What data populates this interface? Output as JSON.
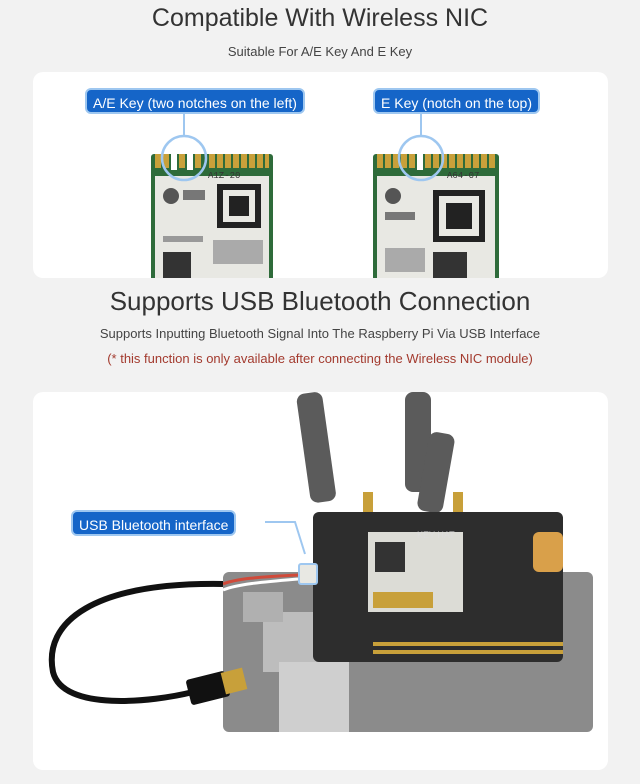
{
  "section1": {
    "title": "Compatible With Wireless NIC",
    "subtitle": "Suitable For A/E Key And E Key",
    "callouts": {
      "ae_key": "A/E Key (two notches on the left)",
      "e_key": "E Key (notch on the top)"
    },
    "card_labels": {
      "ae_card": "A1Z-20",
      "e_card": "A64-07"
    }
  },
  "section2": {
    "title": "Supports USB Bluetooth Connection",
    "subtitle": "Supports Inputting Bluetooth Signal Into The Raspberry Pi Via USB Interface",
    "note": "(* this function is only available after connecting the Wireless NIC module)",
    "callout": "USB Bluetooth interface",
    "board_label": "KEY HAT"
  },
  "colors": {
    "callout_bg": "#1565c8",
    "callout_border": "#9ec7f0",
    "note_text": "#a33a2e",
    "pcb_green": "#2e6b3a",
    "gold_contacts": "#c8a03a"
  }
}
